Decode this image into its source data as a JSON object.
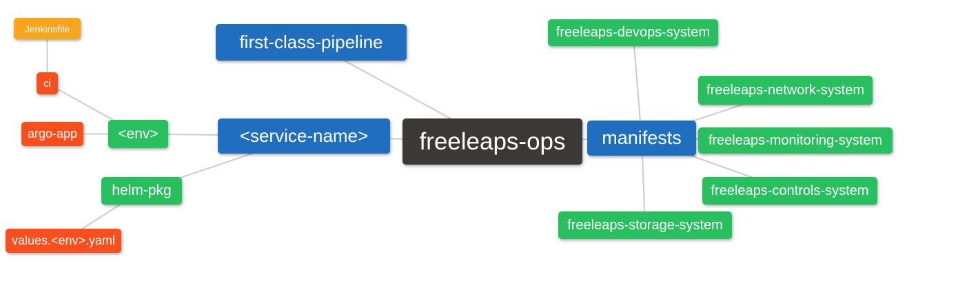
{
  "diagram": {
    "type": "mindmap",
    "root": "freeleaps-ops"
  },
  "palette": {
    "blue": "#1f6ec0",
    "green": "#28c05f",
    "orange": "#f8a51e",
    "red": "#fa4e1c",
    "dark": "#3b3836",
    "line": "#cccccc",
    "background": "#ffffff",
    "text": "#ffffff"
  },
  "nodes": {
    "jenkinsfile": {
      "label": "Jenkinsfile",
      "color": "orange"
    },
    "ci": {
      "label": "ci",
      "color": "red"
    },
    "argo_app": {
      "label": "argo-app",
      "color": "red"
    },
    "env": {
      "label": "<env>",
      "color": "green"
    },
    "helm_pkg": {
      "label": "helm-pkg",
      "color": "green"
    },
    "values_env_yaml": {
      "label": "values.<env>.yaml",
      "color": "red"
    },
    "first_class_pipeline": {
      "label": "first-class-pipeline",
      "color": "blue"
    },
    "service_name": {
      "label": "<service-name>",
      "color": "blue"
    },
    "freeleaps_ops": {
      "label": "freeleaps-ops",
      "color": "dark"
    },
    "manifests": {
      "label": "manifests",
      "color": "blue"
    },
    "devops_system": {
      "label": "freeleaps-devops-system",
      "color": "green"
    },
    "network_system": {
      "label": "freeleaps-network-system",
      "color": "green"
    },
    "monitoring_system": {
      "label": "freeleaps-monitoring-system",
      "color": "green"
    },
    "controls_system": {
      "label": "freeleaps-controls-system",
      "color": "green"
    },
    "storage_system": {
      "label": "freeleaps-storage-system",
      "color": "green"
    }
  },
  "edges": [
    [
      "jenkinsfile",
      "ci"
    ],
    [
      "ci",
      "env"
    ],
    [
      "argo_app",
      "env"
    ],
    [
      "env",
      "service_name"
    ],
    [
      "helm_pkg",
      "service_name"
    ],
    [
      "values_env_yaml",
      "helm_pkg"
    ],
    [
      "first_class_pipeline",
      "freeleaps_ops"
    ],
    [
      "service_name",
      "freeleaps_ops"
    ],
    [
      "freeleaps_ops",
      "manifests"
    ],
    [
      "manifests",
      "devops_system"
    ],
    [
      "manifests",
      "network_system"
    ],
    [
      "manifests",
      "monitoring_system"
    ],
    [
      "manifests",
      "controls_system"
    ],
    [
      "manifests",
      "storage_system"
    ]
  ]
}
